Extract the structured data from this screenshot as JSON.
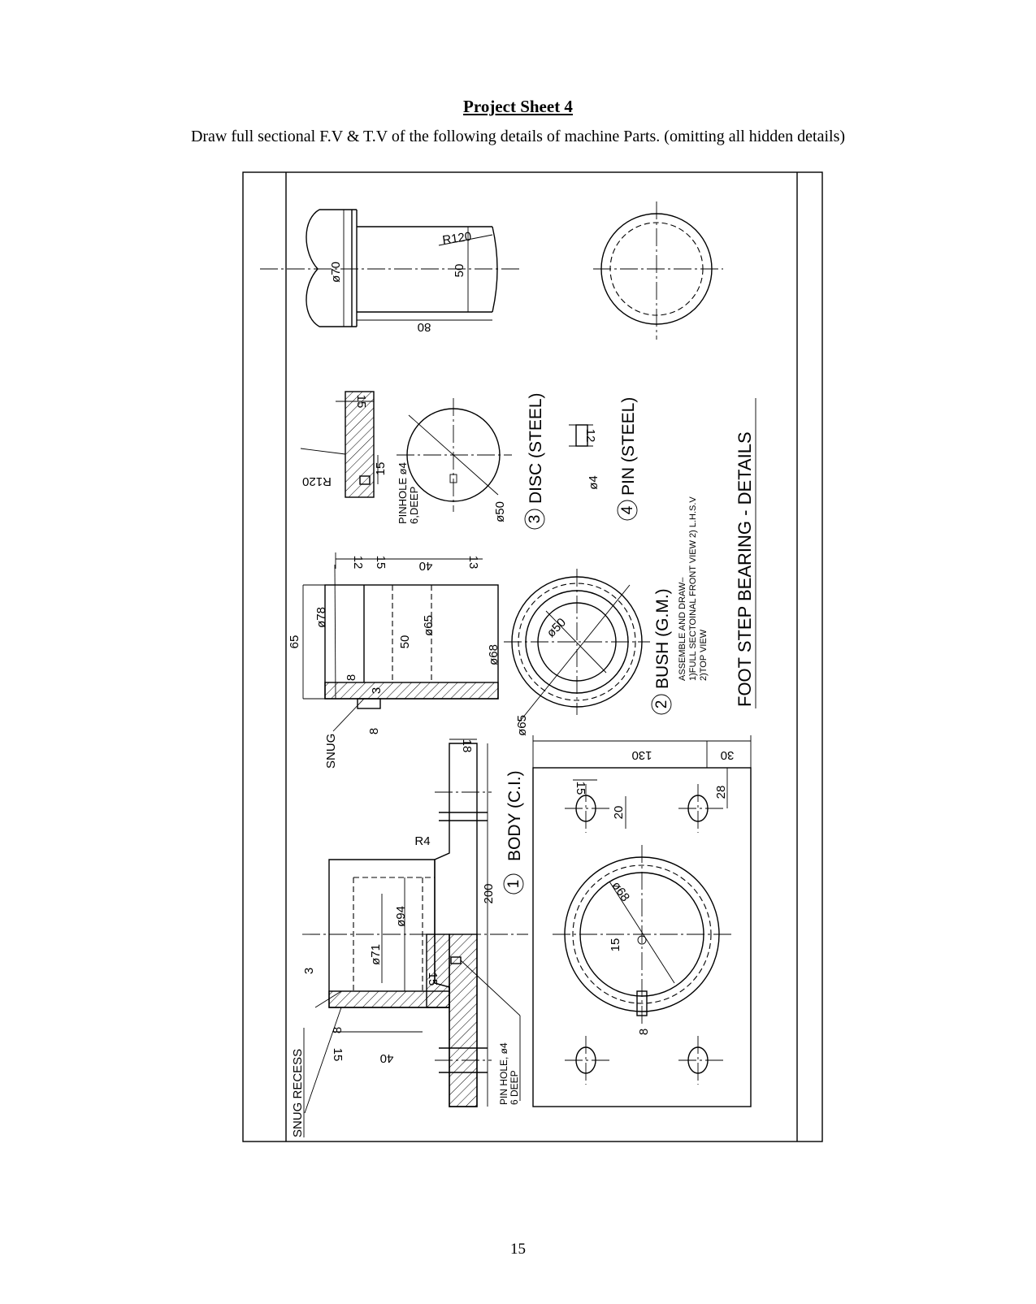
{
  "page": {
    "title": "Project Sheet 4",
    "subtitle": "Draw full sectional F.V & T.V of the following details of machine Parts. (omitting all hidden details)",
    "page_number": "15"
  },
  "drawing": {
    "sheet_title": "FOOT STEP BEARING   -  DETAILS",
    "instructions": [
      "ASSEMBLE AND DRAW–",
      "1)FULL SECTOINAL FRONT VIEW 2) L.H.S.V",
      "2)TOP VIEW"
    ],
    "parts": {
      "body": "BODY  (C.I.)",
      "bush": "BUSH  (G.M.)",
      "disc": "DISC  (STEEL)",
      "pin": "PIN  (STEEL)"
    },
    "part_numbers": [
      "1",
      "2",
      "3",
      "4"
    ],
    "notes": {
      "snug_recess": "SNUG RECESS",
      "snug": "SNUG",
      "pin_hole_1": "PIN HOLE, ø4",
      "pin_hole_2": "6 DEEP",
      "pinhole_disc_1": "PINHOLE ø4",
      "pinhole_disc_2": "6,DEEP"
    },
    "dimensions": {
      "shaft_dia": "ø70",
      "shaft_r": "R120",
      "shaft_50": "50",
      "shaft_80": "80",
      "disc_15a": "15",
      "disc_15b": "15",
      "disc_r": "R120",
      "disc_dia": "ø50",
      "pin_12": "12",
      "pin_dia": "ø4",
      "bush_12": "12",
      "bush_15": "15",
      "bush_40": "40",
      "bush_13": "13",
      "bush_65": "65",
      "bush_78": "ø78",
      "bush_50": "50",
      "bush_65d": "ø65",
      "bush_68": "ø68",
      "bush_8a": "8",
      "bush_3": "3",
      "bush_8b": "8",
      "bush_tv50": "ø50",
      "bush_tv65": "ø65",
      "body_18": "18",
      "body_r4": "R4",
      "body_94": "ø94",
      "body_71": "ø71",
      "body_200": "200",
      "body_3": "3",
      "body_8": "8",
      "body_15": "15",
      "body_40": "40",
      "body_15b": "15",
      "tv_130": "130",
      "tv_30": "30",
      "tv_28": "28",
      "tv_15": "15",
      "tv_20": "20",
      "tv_68": "ø68",
      "tv_15b": "15",
      "tv_8": "8"
    }
  }
}
